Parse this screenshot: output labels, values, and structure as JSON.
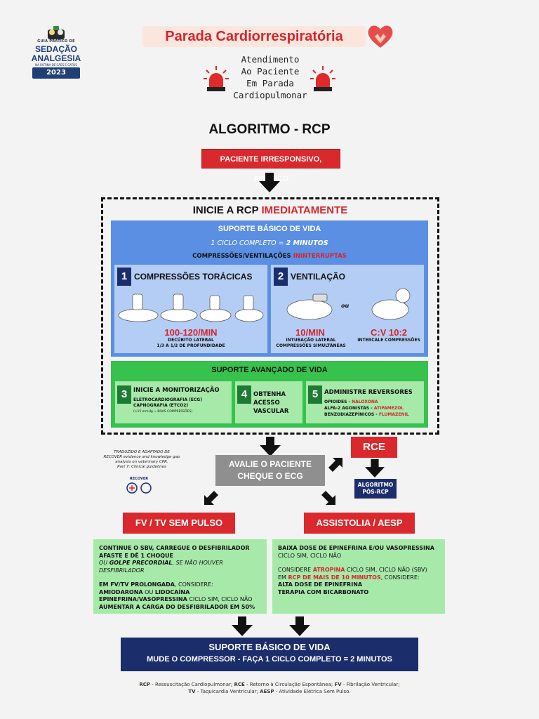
{
  "logo": {
    "line1": "GUIA PRÁTICO DE",
    "line2": "SEDAÇÃO",
    "line3": "ANALGESIA",
    "line4": "NA ROTINA DE CÃES E GATOS",
    "year": "2023"
  },
  "header": {
    "title": "Parada Cardiorrespiratória",
    "subtitle": [
      "Atendimento",
      "Ao Paciente",
      "Em Parada",
      "Cardiopulmonar"
    ]
  },
  "algorithm_title": "ALGORITMO - RCP",
  "start_box": "PACIENTE IRRESPONSIVO, APNEICO",
  "init": {
    "prefix": "INICIE A RCP ",
    "highlight": "IMEDIATAMENTE"
  },
  "sbv": {
    "title": "SUPORTE BÁSICO DE VIDA",
    "cycle_prefix": "1 CICLO COMPLETO = ",
    "cycle_bold": "2 MINUTOS",
    "comp_prefix": "COMPRESSÕES/VENTILAÇÕES ",
    "comp_highlight": "ININTERRUPTAS",
    "box1": {
      "num": "1",
      "title": "COMPRESSÕES TORÁCICAS",
      "rate": "100-120/MIN",
      "note1": "DECÚBITO LATERAL",
      "note2": "1/3 A 1/2 DE PROFUNDIDADE"
    },
    "box2": {
      "num": "2",
      "title": "VENTILAÇÃO",
      "or": "ou",
      "rate": "10/MIN",
      "note1": "INTUBAÇÃO LATERAL",
      "note2": "COMPRESSÕES SIMULTÂNEAS",
      "ratio": "C:V 10:2",
      "ratio_note": "INTERCALE COMPRESSÕES"
    }
  },
  "sav": {
    "title": "SUPORTE AVANÇADO DE VIDA",
    "box3": {
      "num": "3",
      "title": "INICIE A MONITORIZAÇÃO",
      "l1": "ELETROCARDIOGRAFIA (ECG)",
      "l2": "CAPNOGRAFIA (ETCO2)",
      "l3": "(>15 mmHg = BOAS COMPRESSÕES)"
    },
    "box4": {
      "num": "4",
      "l1": "OBTENHA",
      "l2": "ACESSO",
      "l3": "VASCULAR"
    },
    "box5": {
      "num": "5",
      "title": "ADMINISTRE REVERSORES",
      "r1a": "OPIOIDES - ",
      "r1b": "NALOXONA",
      "r2a": "ALFA-2 AGONISTAS - ",
      "r2b": "ATIPAMEZOL",
      "r3a": "BENZODIAZEPÍNICOS - ",
      "r3b": "FLUMAZENIL"
    }
  },
  "credit": [
    "TRADUZIDO E ADAPTADO DE",
    "RECOVER evidence and knowledge gap",
    "analysis on veterinary CPR.",
    "Part 7: Clinical guidelines"
  ],
  "recover_logo": "RECOVER",
  "evaluate": [
    "AVALIE O PACIENTE",
    "CHEQUE O ECG"
  ],
  "rce": "RCE",
  "pos_rcp": [
    "ALGORITMO",
    "PÓS-RCP"
  ],
  "fv": "FV / TV SEM PULSO",
  "asistolia": "ASSISTOLIA / AESP",
  "left_box": {
    "l1": "CONTINUE O SBV, CARREGUE O DESFIBRILADOR",
    "l2": "AFASTE E DÊ 1 CHOQUE",
    "l3a": "OU ",
    "l3b": "GOLPE PRECORDIAL",
    "l3c": ", SE NÃO HOUVER DESFIBRILADOR",
    "l4a": "EM FV/TV PROLONGADA",
    "l4b": ", CONSIDERE:",
    "l5a": "AMIODARONA",
    "l5b": " OU ",
    "l5c": "LIDOCAÍNA",
    "l6a": "EPINEFRINA/VASOPRESSINA",
    "l6b": " CICLO SIM, CICLO NÃO",
    "l7": "AUMENTAR A CARGA DO DESFIBRILADOR EM 50%"
  },
  "right_box": {
    "l1": "BAIXA DOSE DE EPINEFRINA E/OU VASOPRESSINA",
    "l2": "CICLO SIM, CICLO NÃO",
    "l3a": "CONSIDERE ",
    "l3b": "ATROPINA",
    "l3c": " CICLO SIM, CICLO NÃO (SBV)",
    "l4a": "EM ",
    "l4b": "RCP DE MAIS DE 10 MINUTOS",
    "l4c": ", CONSIDERE:",
    "l5": "ALTA DOSE DE EPINEFRINA",
    "l6": "TERAPIA COM BICARBONATO"
  },
  "final": {
    "line1": "SUPORTE BÁSICO DE VIDA",
    "line2": "MUDE O COMPRESSOR - FAÇA 1 CICLO COMPLETO = 2 MINUTOS"
  },
  "legend": {
    "rcp_k": "RCP",
    "rcp_v": " - Ressuscitação Cardiopulmonar; ",
    "rce_k": "RCE",
    "rce_v": " - Retorno à Circulação Espontânea; ",
    "fv_k": "FV",
    "fv_v": " - Fibrilação Ventricular;",
    "tv_k": "TV",
    "tv_v": " - Taquicardia Ventricular; ",
    "aesp_k": "AESP",
    "aesp_v": " - Atividade Elétrica Sem Pulso."
  },
  "colors": {
    "red": "#d9292c",
    "navy": "#1b2d6b",
    "blue_panel": "#5b8fe3",
    "green_panel": "#36c24d",
    "light_green": "#a6e9a9"
  }
}
